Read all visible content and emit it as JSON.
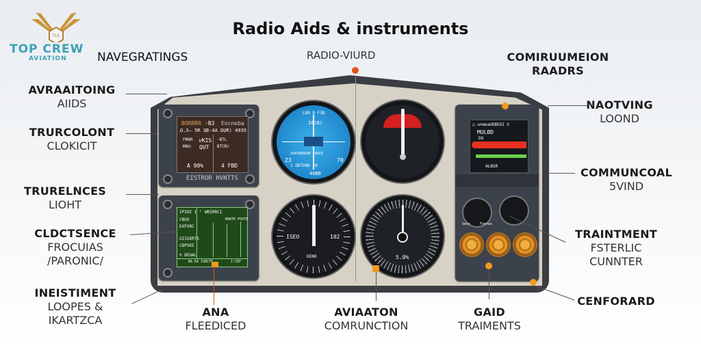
{
  "logo": {
    "emblem": "TCA",
    "line1": "TOP CREW",
    "line2": "AVIATION"
  },
  "title": "Radio Aids & instruments",
  "top_labels": {
    "nav": "NAVEGRATINGS",
    "radio": "RADIO-VIURD",
    "comm": {
      "l1": "COMIRUUMEION",
      "l2": "RAADRS"
    }
  },
  "left_labels": [
    {
      "l1": "AVRAAITOING",
      "l2": "AIIDS"
    },
    {
      "l1": "TRURCOLONT",
      "l2": "CLOKICIT"
    },
    {
      "l1": "TRURELNCES",
      "l2": "LIOHT"
    },
    {
      "l1": "CLDCTSENCE",
      "l2": "FROCUIAS",
      "l3": "/PARONIC/"
    },
    {
      "l1": "INEISTIMENT",
      "l2": "LOOPES &",
      "l3": "IKARTZCA"
    }
  ],
  "right_labels": [
    {
      "l1": "NAOTVING",
      "l2": "LOOND"
    },
    {
      "l1": "COMMUNCOAL",
      "l2": "5VIND"
    },
    {
      "l1": "TRAINTMENT",
      "l2": "FSTERLIC",
      "l3": "CUNNTER"
    },
    {
      "l1": "CENFORARD"
    }
  ],
  "bottom_labels": [
    {
      "l1": "ANA",
      "l2": "FLEEDICED"
    },
    {
      "l1": "AVIAATON",
      "l2": "COMRUNCTION"
    },
    {
      "l1": "GAID",
      "l2": "TRAIMENTS"
    }
  ],
  "panel": {
    "brown_screen": {
      "r1a": "BORRRR",
      "r1b": "-B3",
      "r1c": "Encneba",
      "r2": "Ω.Ͽ— 5R 3B-4A DUR) 4939",
      "c1": "FMAR",
      "c2": "MAU-",
      "c3": "𝑣KIS",
      "c4": "QUT",
      "c5": "·BTL",
      "c6": "BTCRr",
      "b1": "A 90%",
      "b2": "4 FBD"
    },
    "left_caption": "EISTROR HVNTTS",
    "blue_gauge": {
      "t1": "LB9  B  F3B",
      "t2": "I6(B)",
      "t3": "UVATRRARAE  YARCE",
      "t4": "Z3",
      "t5": "70",
      "t6": "1 ODTUND  ᴴB",
      "t7": "40BB"
    },
    "green_screen": {
      "h1": "IPIDE 1 °",
      "h2": "WRIRRCI",
      "r1": "CBUS",
      "r2": "EXFSRC",
      "r3": "GIIGERTS",
      "r4": "CBPSRI",
      "r5": "Ϟ DEOAL",
      "side": "BARTE POVTE",
      "foot": "BA EA ISBCTE",
      "foot2": "1'CEP"
    },
    "gauge3": {
      "left": "ISEO",
      "right": "102",
      "bottom": "DENO"
    },
    "gauge4": {
      "readout": "5.0%"
    },
    "right_screen": {
      "t1": "◯ unmeaUDBEOI €",
      "t2": "MULBD",
      "t3": "DO",
      "t4": "ALBSR"
    },
    "knob_labels": {
      "a": "Seco",
      "b": "Fonnes"
    }
  },
  "colors": {
    "accent": "#f39a1e",
    "frame": "#3a3d42",
    "panel": "#d7d2c6",
    "blue": "#1e8fd6",
    "green_screen": "#1f4a18",
    "red_band": "#d42020"
  }
}
